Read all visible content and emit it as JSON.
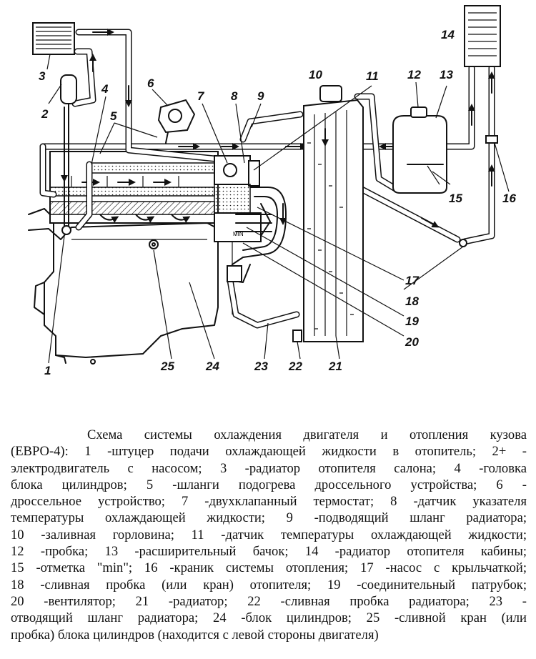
{
  "diagram": {
    "labels": {
      "n1": "1",
      "n2": "2",
      "n3": "3",
      "n4": "4",
      "n5": "5",
      "n6": "6",
      "n7": "7",
      "n8": "8",
      "n9": "9",
      "n10": "10",
      "n11": "11",
      "n12": "12",
      "n13": "13",
      "n14": "14",
      "n15": "15",
      "n16": "16",
      "n17": "17",
      "n18": "18",
      "n19": "19",
      "n20": "20",
      "n21": "21",
      "n22": "22",
      "n23": "23",
      "n24": "24",
      "n25": "25"
    },
    "gauge_mark": "MIN"
  },
  "caption": {
    "lines": [
      "Схема системы охлаждения двигателя и отопления кузова",
      "(ЕВРО-4): 1 -штуцер подачи охлаждающей жидкости в отопитель; 2+ -",
      "электродвигатель с насосом; 3 -радиатор отопителя салона; 4 -головка",
      "блока цилиндров; 5 -шланги подогрева дроссельного устройства; 6 -",
      "дроссельное устройство; 7 -двухклапанный термостат; 8 -датчик указателя",
      "температуры охлаждающей жидкости; 9 -подводящий шланг радиатора;",
      "10 -заливная горловина; 11 -датчик температуры охлаждающей жидкости;",
      "12 -пробка; 13 -расширительный бачок; 14 -радиатор отопителя кабины;",
      "15 -отметка \"min\"; 16 -краник системы отопления; 17 -насос с крыльчаткой;",
      "18 -сливная пробка (или кран) отопителя; 19 -соединительный патрубок;",
      "20 -вентилятор; 21 -радиатор; 22 -сливная пробка радиатора; 23 -",
      "отводящий шланг радиатора; 24 -блок цилиндров; 25 -сливной кран (или",
      "пробка) блока цилиндров (находится с левой стороны двигателя)"
    ]
  }
}
